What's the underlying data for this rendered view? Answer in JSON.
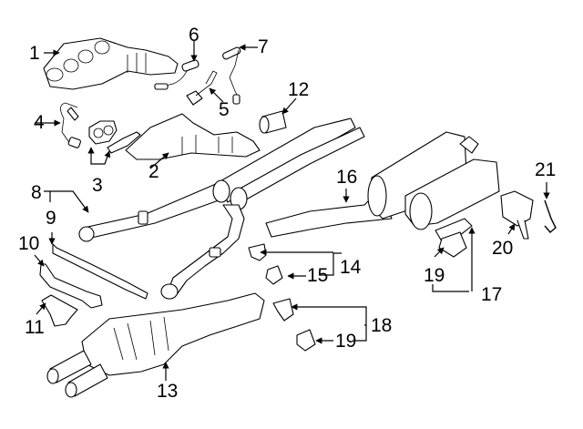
{
  "diagram": {
    "type": "exploded parts diagram",
    "subject": "exhaust system",
    "colors": {
      "line": "#000000",
      "background": "#ffffff"
    },
    "callouts": [
      {
        "id": "1",
        "label": "1"
      },
      {
        "id": "2",
        "label": "2"
      },
      {
        "id": "3",
        "label": "3"
      },
      {
        "id": "4",
        "label": "4"
      },
      {
        "id": "5",
        "label": "5"
      },
      {
        "id": "6",
        "label": "6"
      },
      {
        "id": "7",
        "label": "7"
      },
      {
        "id": "8",
        "label": "8"
      },
      {
        "id": "9",
        "label": "9"
      },
      {
        "id": "10",
        "label": "10"
      },
      {
        "id": "11",
        "label": "11"
      },
      {
        "id": "12",
        "label": "12"
      },
      {
        "id": "13",
        "label": "13"
      },
      {
        "id": "14",
        "label": "14"
      },
      {
        "id": "15",
        "label": "15"
      },
      {
        "id": "16",
        "label": "16"
      },
      {
        "id": "17",
        "label": "17"
      },
      {
        "id": "18",
        "label": "18"
      },
      {
        "id": "19a",
        "label": "19"
      },
      {
        "id": "19b",
        "label": "19"
      },
      {
        "id": "20",
        "label": "20"
      },
      {
        "id": "21",
        "label": "21"
      }
    ]
  }
}
